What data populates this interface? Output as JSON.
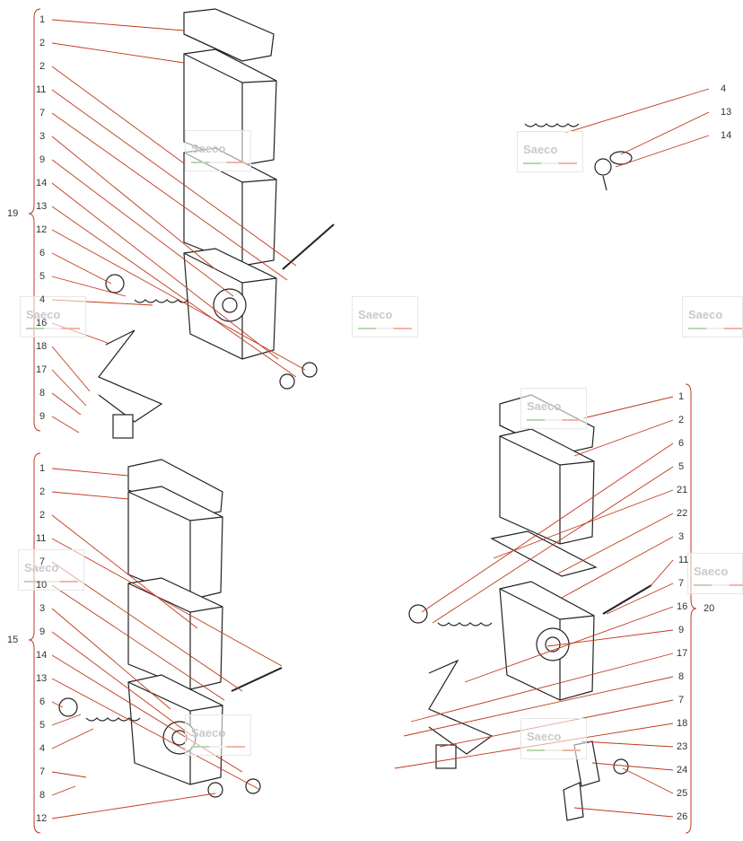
{
  "brand": "Saeco",
  "colors": {
    "leader": "#c0391b",
    "outline": "#222222",
    "text": "#333333"
  },
  "group_labels": {
    "top_left": "19",
    "bottom_left": "15",
    "bottom_right": "20"
  },
  "callouts": {
    "tl": [
      "1",
      "2",
      "2",
      "11",
      "7",
      "3",
      "9",
      "14",
      "13",
      "12",
      "6",
      "5",
      "4",
      "16",
      "18",
      "17",
      "8",
      "9"
    ],
    "tr": [
      "4",
      "13",
      "14"
    ],
    "bl": [
      "1",
      "2",
      "2",
      "11",
      "7",
      "10",
      "3",
      "9",
      "14",
      "13",
      "6",
      "5",
      "4",
      "7",
      "8",
      "12"
    ],
    "br": [
      "1",
      "2",
      "6",
      "5",
      "21",
      "22",
      "3",
      "11",
      "7",
      "16",
      "9",
      "17",
      "8",
      "7",
      "18",
      "23",
      "24",
      "25",
      "26"
    ]
  }
}
